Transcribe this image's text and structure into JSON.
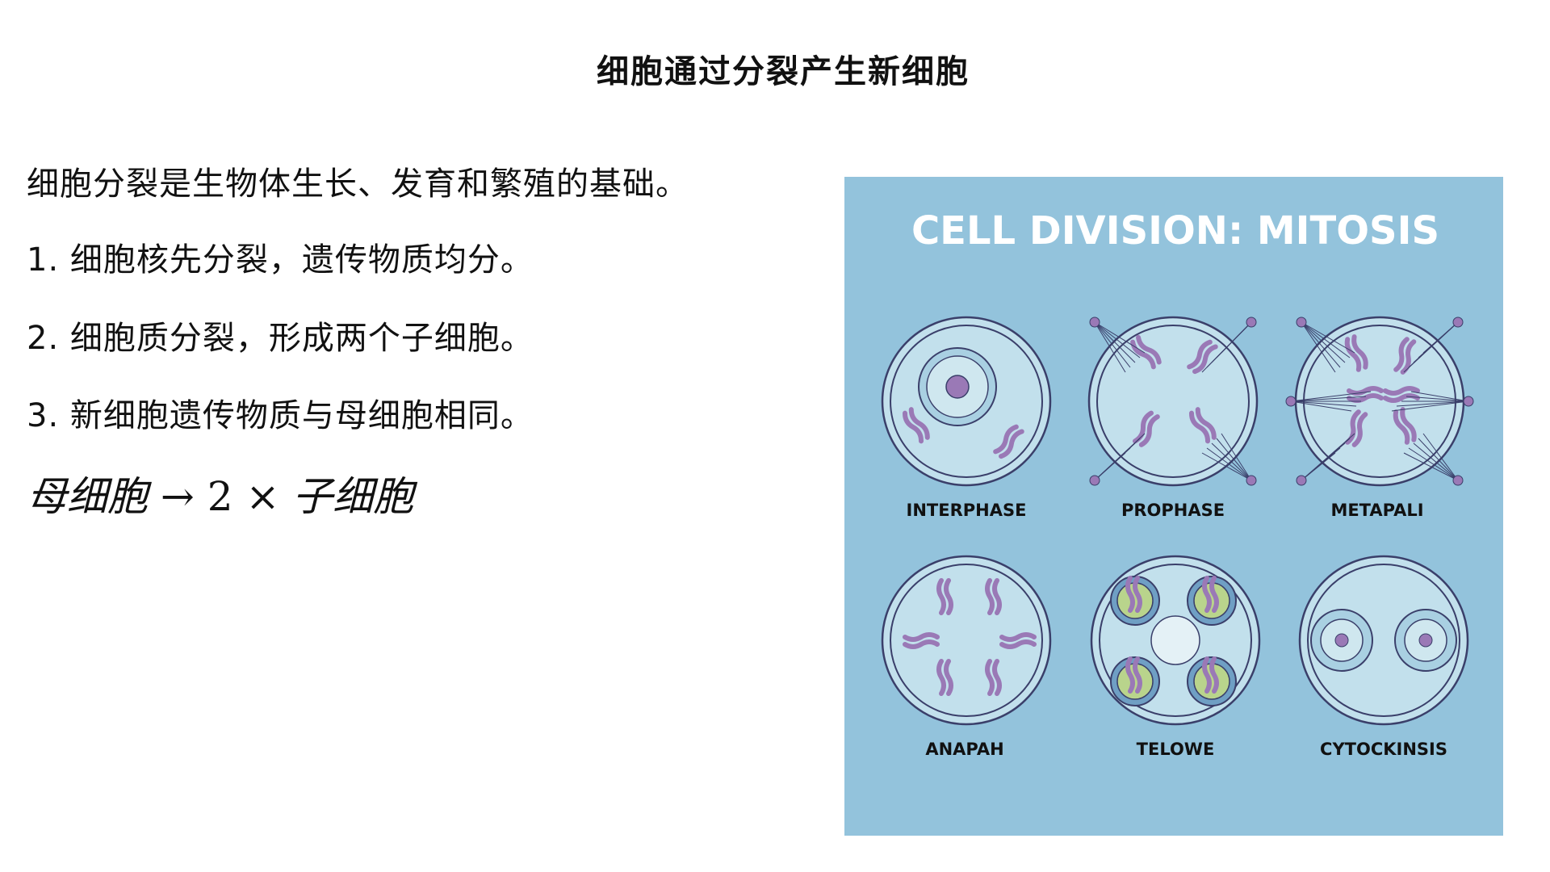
{
  "title": "细胞通过分裂产生新细胞",
  "intro": "细胞分裂是生物体生长、发育和繁殖的基础。",
  "points": [
    "1. 细胞核先分裂，遗传物质均分。",
    "2. 细胞质分裂，形成两个子细胞。",
    "3. 新细胞遗传物质与母细胞相同。"
  ],
  "formula": {
    "lhs": "母细胞",
    "arrow": "→",
    "count": "2",
    "times": "×",
    "rhs": "子细胞"
  },
  "figure": {
    "title": "CELL DIVISION: MITOSIS",
    "stages": [
      "INTERPHASE",
      "PROPHASE",
      "METAPALI",
      "ANAPAH",
      "TELOWE",
      "CYTOCKINSIS"
    ],
    "colors": {
      "background": "#93c3dc",
      "cell": "#c2e0ec",
      "outline": "#3a3f6a",
      "chromosome": "#9a79b6",
      "nucleus_green": "#b9d48c"
    }
  }
}
